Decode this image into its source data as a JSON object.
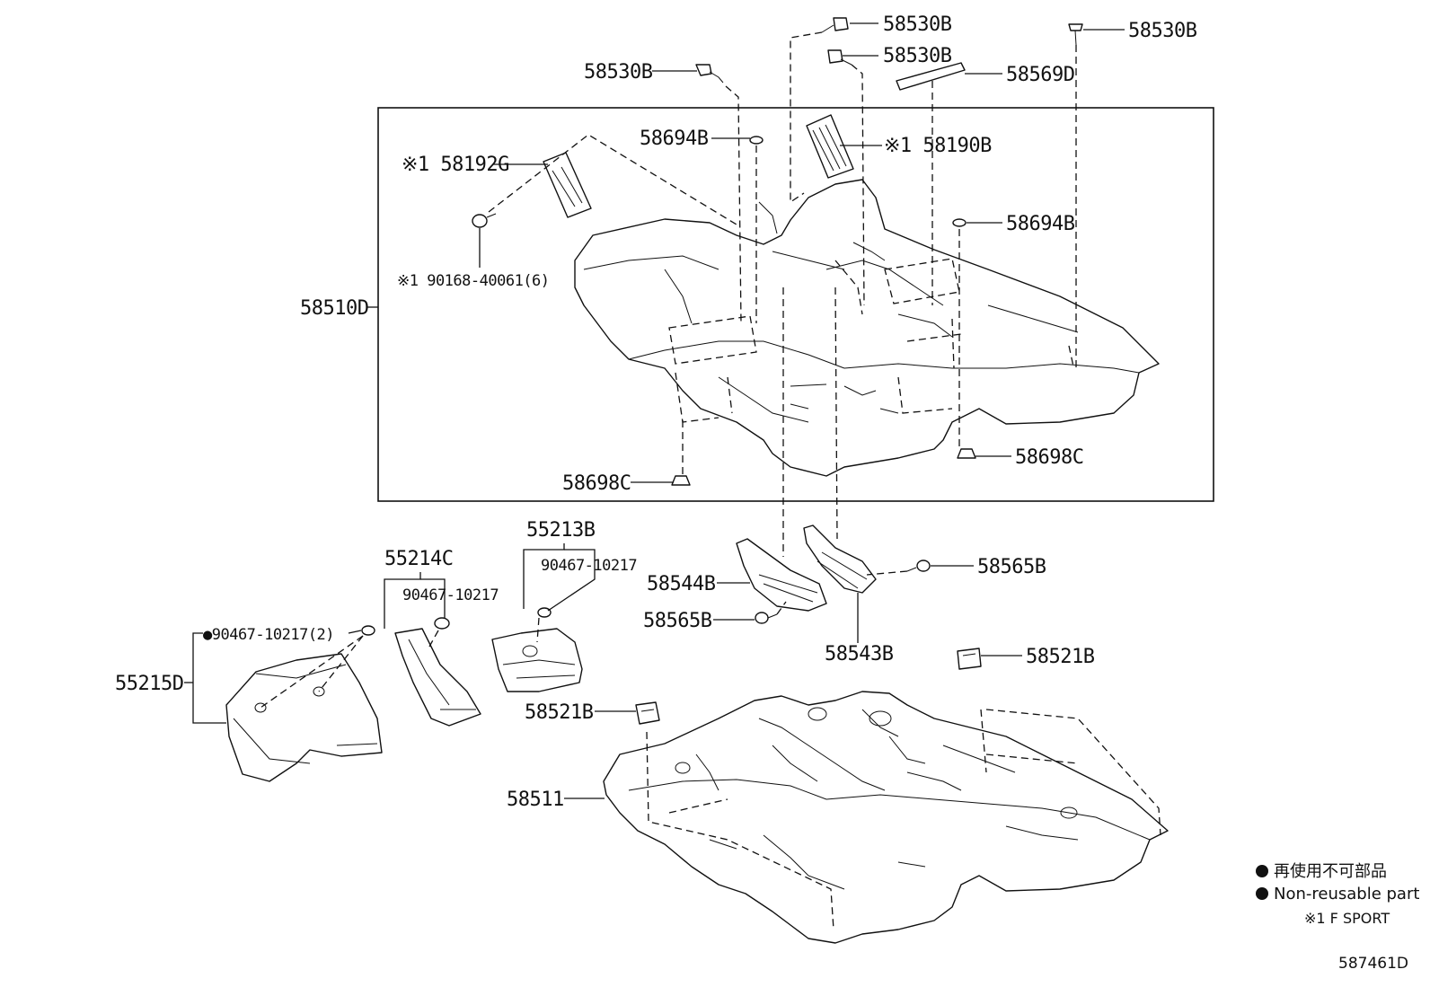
{
  "labels": {
    "p58530B_a": "58530B",
    "p58530B_b": "58530B",
    "p58530B_c": "58530B",
    "p58530B_d": "58530B",
    "p58569D": "58569D",
    "p58694B_a": "58694B",
    "p58694B_b": "58694B",
    "p58190B": "※1 58190B",
    "p58192G": "※1 58192G",
    "p90168": "※1 90168-40061(6)",
    "p58510D": "58510D",
    "p58698C_a": "58698C",
    "p58698C_b": "58698C",
    "p55213B": "55213B",
    "p90467_a": "90467-10217",
    "p55214C": "55214C",
    "p90467_b": "90467-10217",
    "p90467_c": "●90467-10217(2)",
    "p55215D": "55215D",
    "p58544B": "58544B",
    "p58565B_a": "58565B",
    "p58565B_b": "58565B",
    "p58543B": "58543B",
    "p58521B_a": "58521B",
    "p58521B_b": "58521B",
    "p58511": "58511"
  },
  "legend": {
    "jp": "再使用不可部品",
    "en": "Non-reusable part",
    "note": "※1 F SPORT"
  },
  "diagram_id": "587461D"
}
